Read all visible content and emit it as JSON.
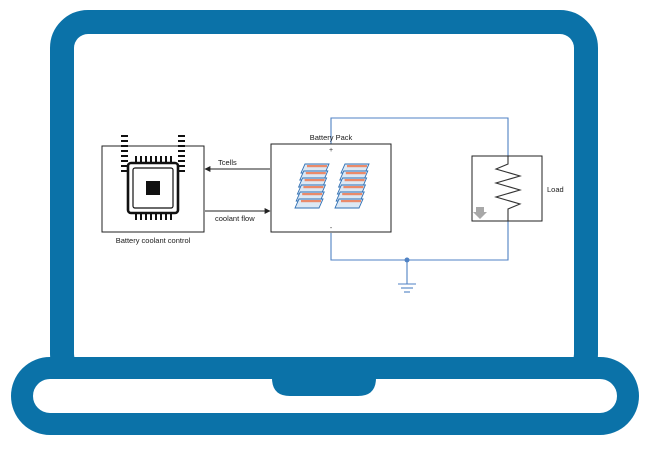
{
  "colors": {
    "frame": "#0b72a8",
    "screen": "#ffffff",
    "wire": "#4f82c4",
    "block_border": "#222222",
    "cell_fill": "#dce8f4",
    "cell_stripe": "#ea8a6a",
    "cell_edge": "#2f6fb3",
    "ground": "#4f82c4"
  },
  "icons": {
    "chip": "chip-icon",
    "battery": "battery-pack-icon",
    "resistor": "resistor-icon",
    "ground": "ground-icon",
    "load_indicator": "down-arrow-icon"
  },
  "diagram": {
    "blocks": {
      "controller": {
        "label": "Battery coolant control"
      },
      "battery_pack": {
        "label": "Battery Pack",
        "pos_terminal": "+",
        "neg_terminal": "-"
      },
      "load": {
        "label": "Load"
      }
    },
    "signals": {
      "tcells": {
        "label": "Tcells"
      },
      "coolant_flow": {
        "label": "coolant flow"
      }
    }
  }
}
